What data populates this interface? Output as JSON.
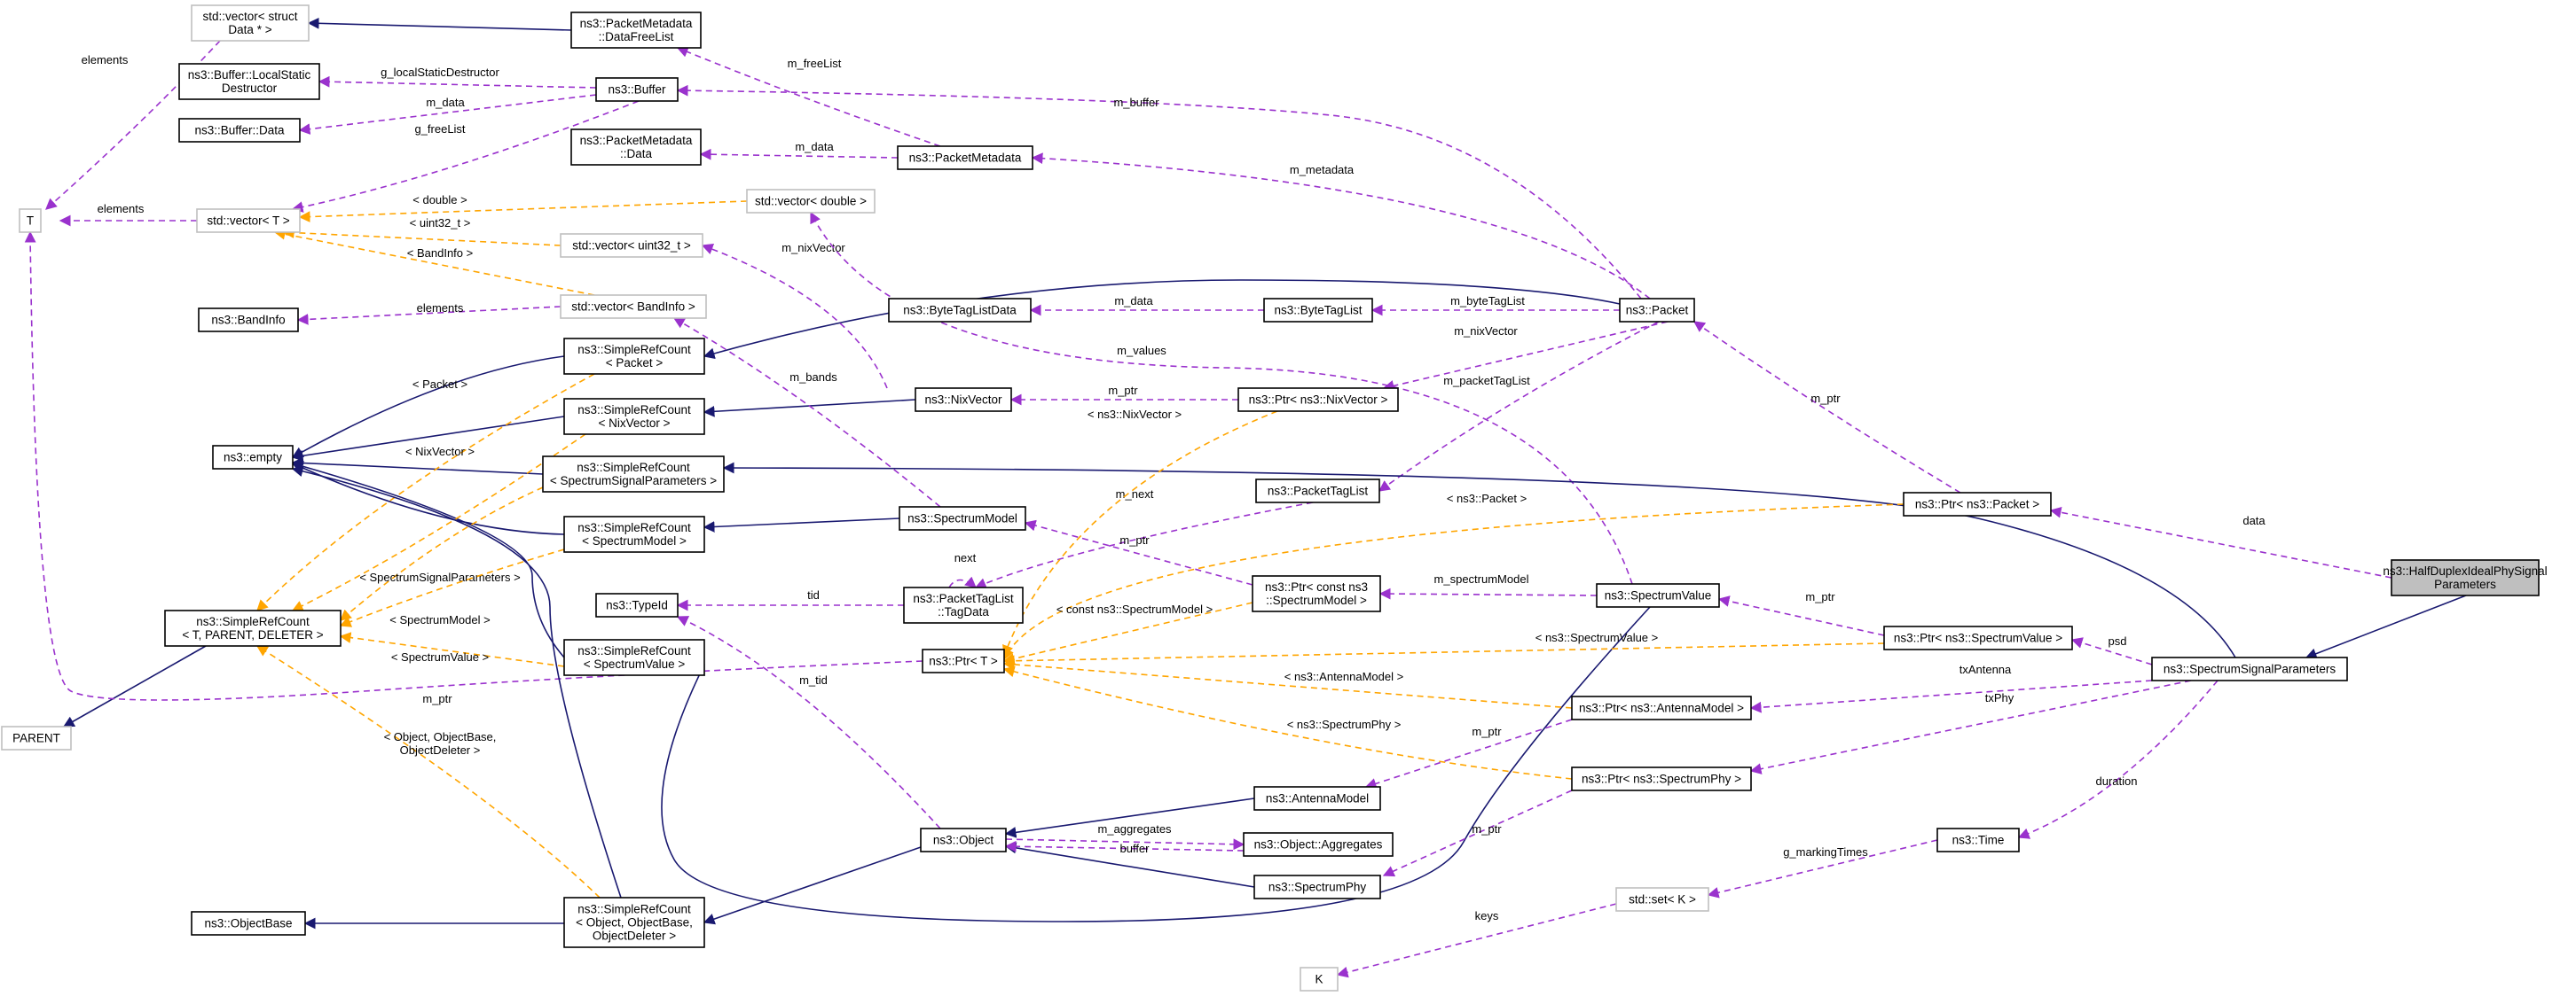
{
  "colors": {
    "inheritance": "#191970",
    "usage": "#9a32cd",
    "template": "#ffa500",
    "highlight": "#bfbfbf",
    "undocumented_border": "#bfbfbf"
  },
  "nodes": [
    {
      "id": "T",
      "lines": [
        "T"
      ],
      "style": "gray"
    },
    {
      "id": "PARENT",
      "lines": [
        "PARENT"
      ],
      "style": "gray"
    },
    {
      "id": "K",
      "lines": [
        "K"
      ],
      "style": "gray"
    },
    {
      "id": "vec_struct",
      "lines": [
        "std::vector< struct",
        "Data * >"
      ],
      "style": "gray"
    },
    {
      "id": "vecT",
      "lines": [
        "std::vector< T >"
      ],
      "style": "gray"
    },
    {
      "id": "vecDouble",
      "lines": [
        "std::vector< double >"
      ],
      "style": "gray"
    },
    {
      "id": "vecUint",
      "lines": [
        "std::vector< uint32_t >"
      ],
      "style": "gray"
    },
    {
      "id": "vecBand",
      "lines": [
        "std::vector< BandInfo >"
      ],
      "style": "gray"
    },
    {
      "id": "setK",
      "lines": [
        "std::set< K >"
      ],
      "style": "gray"
    },
    {
      "id": "pmdFree",
      "lines": [
        "ns3::PacketMetadata",
        "::DataFreeList"
      ],
      "style": "normal"
    },
    {
      "id": "bufLSD",
      "lines": [
        "ns3::Buffer::LocalStatic",
        "Destructor"
      ],
      "style": "normal"
    },
    {
      "id": "buffer",
      "lines": [
        "ns3::Buffer"
      ],
      "style": "normal"
    },
    {
      "id": "bufData",
      "lines": [
        "ns3::Buffer::Data"
      ],
      "style": "normal"
    },
    {
      "id": "pmdData",
      "lines": [
        "ns3::PacketMetadata",
        "::Data"
      ],
      "style": "normal"
    },
    {
      "id": "pmd",
      "lines": [
        "ns3::PacketMetadata"
      ],
      "style": "normal"
    },
    {
      "id": "bandInfo",
      "lines": [
        "ns3::BandInfo"
      ],
      "style": "normal"
    },
    {
      "id": "srcPacket",
      "lines": [
        "ns3::SimpleRefCount",
        "< Packet >"
      ],
      "style": "normal"
    },
    {
      "id": "btld",
      "lines": [
        "ns3::ByteTagListData"
      ],
      "style": "normal"
    },
    {
      "id": "btl",
      "lines": [
        "ns3::ByteTagList"
      ],
      "style": "normal"
    },
    {
      "id": "packet",
      "lines": [
        "ns3::Packet"
      ],
      "style": "normal"
    },
    {
      "id": "empty",
      "lines": [
        "ns3::empty"
      ],
      "style": "normal"
    },
    {
      "id": "srcNix",
      "lines": [
        "ns3::SimpleRefCount",
        "< NixVector >"
      ],
      "style": "normal"
    },
    {
      "id": "nix",
      "lines": [
        "ns3::NixVector"
      ],
      "style": "normal"
    },
    {
      "id": "ptrNix",
      "lines": [
        "ns3::Ptr< ns3::NixVector >"
      ],
      "style": "normal"
    },
    {
      "id": "srcSSP",
      "lines": [
        "ns3::SimpleRefCount",
        "< SpectrumSignalParameters >"
      ],
      "style": "normal"
    },
    {
      "id": "ptl",
      "lines": [
        "ns3::PacketTagList"
      ],
      "style": "normal"
    },
    {
      "id": "ptrPacket",
      "lines": [
        "ns3::Ptr< ns3::Packet >"
      ],
      "style": "normal"
    },
    {
      "id": "srcSM",
      "lines": [
        "ns3::SimpleRefCount",
        "< SpectrumModel >"
      ],
      "style": "normal"
    },
    {
      "id": "sm",
      "lines": [
        "ns3::SpectrumModel"
      ],
      "style": "normal"
    },
    {
      "id": "hdip",
      "lines": [
        "ns3::HalfDuplexIdealPhySignal",
        "Parameters"
      ],
      "style": "highlight"
    },
    {
      "id": "typeId",
      "lines": [
        "ns3::TypeId"
      ],
      "style": "normal"
    },
    {
      "id": "ptlTag",
      "lines": [
        "ns3::PacketTagList",
        "::TagData"
      ],
      "style": "normal"
    },
    {
      "id": "ptrSM",
      "lines": [
        "ns3::Ptr< const ns3",
        "::SpectrumModel >"
      ],
      "style": "normal"
    },
    {
      "id": "sv",
      "lines": [
        "ns3::SpectrumValue"
      ],
      "style": "normal"
    },
    {
      "id": "srcTPD",
      "lines": [
        "ns3::SimpleRefCount",
        "< T, PARENT, DELETER >"
      ],
      "style": "normal"
    },
    {
      "id": "srcSV",
      "lines": [
        "ns3::SimpleRefCount",
        "< SpectrumValue >"
      ],
      "style": "normal"
    },
    {
      "id": "ptrT",
      "lines": [
        "ns3::Ptr< T >"
      ],
      "style": "normal"
    },
    {
      "id": "ptrSV",
      "lines": [
        "ns3::Ptr< ns3::SpectrumValue >"
      ],
      "style": "normal"
    },
    {
      "id": "ssp",
      "lines": [
        "ns3::SpectrumSignalParameters"
      ],
      "style": "normal"
    },
    {
      "id": "ptrAM",
      "lines": [
        "ns3::Ptr< ns3::AntennaModel >"
      ],
      "style": "normal"
    },
    {
      "id": "ptrSP",
      "lines": [
        "ns3::Ptr< ns3::SpectrumPhy >"
      ],
      "style": "normal"
    },
    {
      "id": "am",
      "lines": [
        "ns3::AntennaModel"
      ],
      "style": "normal"
    },
    {
      "id": "object",
      "lines": [
        "ns3::Object"
      ],
      "style": "normal"
    },
    {
      "id": "objAgg",
      "lines": [
        "ns3::Object::Aggregates"
      ],
      "style": "normal"
    },
    {
      "id": "time",
      "lines": [
        "ns3::Time"
      ],
      "style": "normal"
    },
    {
      "id": "sp",
      "lines": [
        "ns3::SpectrumPhy"
      ],
      "style": "normal"
    },
    {
      "id": "objBase",
      "lines": [
        "ns3::ObjectBase"
      ],
      "style": "normal"
    },
    {
      "id": "srcObj",
      "lines": [
        "ns3::SimpleRefCount",
        "< Object, ObjectBase,",
        "ObjectDeleter >"
      ],
      "style": "normal"
    }
  ],
  "edges": [
    {
      "id": "e1",
      "from": "pmdFree",
      "to": "vec_struct",
      "kind": "inh",
      "label": ""
    },
    {
      "id": "e2",
      "from": "vec_struct",
      "to": "T",
      "kind": "use",
      "label": "elements"
    },
    {
      "id": "e3",
      "from": "vecT",
      "to": "T",
      "kind": "use",
      "label": "elements"
    },
    {
      "id": "e4",
      "from": "buffer",
      "to": "bufLSD",
      "kind": "use",
      "label": "g_localStaticDestructor"
    },
    {
      "id": "e5",
      "from": "buffer",
      "to": "bufData",
      "kind": "use",
      "label": "m_data"
    },
    {
      "id": "e6",
      "from": "buffer",
      "to": "vecT",
      "kind": "use",
      "label": "g_freeList"
    },
    {
      "id": "e7",
      "from": "pmd",
      "to": "pmdFree",
      "kind": "use",
      "label": "m_freeList"
    },
    {
      "id": "e8",
      "from": "pmd",
      "to": "pmdData",
      "kind": "use",
      "label": "m_data"
    },
    {
      "id": "e9",
      "from": "packet",
      "to": "buffer",
      "kind": "use",
      "label": "m_buffer"
    },
    {
      "id": "e10",
      "from": "packet",
      "to": "pmd",
      "kind": "use",
      "label": "m_metadata"
    },
    {
      "id": "e11",
      "from": "vecDouble",
      "to": "vecT",
      "kind": "tpl",
      "label": "< double >"
    },
    {
      "id": "e12",
      "from": "vecUint",
      "to": "vecT",
      "kind": "tpl",
      "label": "< uint32_t >"
    },
    {
      "id": "e13",
      "from": "vecBand",
      "to": "vecT",
      "kind": "tpl",
      "label": "< BandInfo >"
    },
    {
      "id": "e14",
      "from": "vecBand",
      "to": "bandInfo",
      "kind": "use",
      "label": "elements"
    },
    {
      "id": "e15",
      "from": "btl",
      "to": "btld",
      "kind": "use",
      "label": "m_data"
    },
    {
      "id": "e16",
      "from": "packet",
      "to": "btl",
      "kind": "use",
      "label": "m_byteTagList"
    },
    {
      "id": "e17",
      "from": "packet",
      "to": "srcPacket",
      "kind": "inh",
      "label": ""
    },
    {
      "id": "e18",
      "from": "srcPacket",
      "to": "empty",
      "kind": "inh",
      "label": ""
    },
    {
      "id": "e19",
      "from": "srcNix",
      "to": "empty",
      "kind": "inh",
      "label": ""
    },
    {
      "id": "e20",
      "from": "srcSSP",
      "to": "empty",
      "kind": "inh",
      "label": ""
    },
    {
      "id": "e21",
      "from": "srcSM",
      "to": "empty",
      "kind": "inh",
      "label": ""
    },
    {
      "id": "e22",
      "from": "srcSV",
      "to": "empty",
      "kind": "inh",
      "label": ""
    },
    {
      "id": "e23",
      "from": "nix",
      "to": "srcNix",
      "kind": "inh",
      "label": ""
    },
    {
      "id": "e24",
      "from": "ptrNix",
      "to": "nix",
      "kind": "use",
      "label": "m_ptr"
    },
    {
      "id": "e25",
      "from": "packet",
      "to": "ptrNix",
      "kind": "use",
      "label": "m_nixVector"
    },
    {
      "id": "e26",
      "from": "nix",
      "to": "vecUint",
      "kind": "use",
      "label": "m_nixVector"
    },
    {
      "id": "e27",
      "from": "sm",
      "to": "vecBand",
      "kind": "use",
      "label": "m_bands"
    },
    {
      "id": "e28",
      "from": "sv",
      "to": "vecDouble",
      "kind": "use",
      "label": "m_values"
    },
    {
      "id": "e29",
      "from": "packet",
      "to": "ptl",
      "kind": "use",
      "label": "m_packetTagList"
    },
    {
      "id": "e30",
      "from": "ptrPacket",
      "to": "packet",
      "kind": "use",
      "label": "m_ptr"
    },
    {
      "id": "e31",
      "from": "hdip",
      "to": "ptrPacket",
      "kind": "use",
      "label": "data"
    },
    {
      "id": "e32",
      "from": "hdip",
      "to": "ssp",
      "kind": "inh",
      "label": ""
    },
    {
      "id": "e33",
      "from": "ssp",
      "to": "srcSSP",
      "kind": "inh",
      "label": ""
    },
    {
      "id": "e34",
      "from": "sm",
      "to": "srcSM",
      "kind": "inh",
      "label": ""
    },
    {
      "id": "e35",
      "from": "ptl",
      "to": "ptlTag",
      "kind": "use",
      "label": "m_next"
    },
    {
      "id": "e36",
      "from": "ptlTag",
      "to": "ptlTag",
      "kind": "use",
      "label": "next"
    },
    {
      "id": "e37",
      "from": "ptlTag",
      "to": "typeId",
      "kind": "use",
      "label": "tid"
    },
    {
      "id": "e38",
      "from": "ptrSM",
      "to": "sm",
      "kind": "use",
      "label": "m_ptr"
    },
    {
      "id": "e39",
      "from": "sv",
      "to": "ptrSM",
      "kind": "use",
      "label": "m_spectrumModel"
    },
    {
      "id": "e40",
      "from": "sv",
      "to": "srcSV",
      "kind": "inh",
      "label": ""
    },
    {
      "id": "e41",
      "from": "ptrSV",
      "to": "sv",
      "kind": "use",
      "label": "m_ptr"
    },
    {
      "id": "e42",
      "from": "ssp",
      "to": "ptrSV",
      "kind": "use",
      "label": "psd"
    },
    {
      "id": "e43",
      "from": "srcTPD",
      "to": "PARENT",
      "kind": "inh",
      "label": ""
    },
    {
      "id": "e44",
      "from": "ptrT",
      "to": "T",
      "kind": "use",
      "label": "m_ptr"
    },
    {
      "id": "e45",
      "from": "srcPacket",
      "to": "srcTPD",
      "kind": "tpl",
      "label": "< Packet >"
    },
    {
      "id": "e46",
      "from": "srcNix",
      "to": "srcTPD",
      "kind": "tpl",
      "label": "< NixVector >"
    },
    {
      "id": "e47",
      "from": "srcSSP",
      "to": "srcTPD",
      "kind": "tpl",
      "label": "< SpectrumSignalParameters >"
    },
    {
      "id": "e48",
      "from": "srcSM",
      "to": "srcTPD",
      "kind": "tpl",
      "label": "< SpectrumModel >"
    },
    {
      "id": "e49",
      "from": "srcSV",
      "to": "srcTPD",
      "kind": "tpl",
      "label": "< SpectrumValue >"
    },
    {
      "id": "e50",
      "from": "srcObj",
      "to": "srcTPD",
      "kind": "tpl",
      "label": "< Object, ObjectBase,\nObjectDeleter >"
    },
    {
      "id": "e51",
      "from": "ptrNix",
      "to": "ptrT",
      "kind": "tpl",
      "label": "< ns3::NixVector >"
    },
    {
      "id": "e52",
      "from": "ptrPacket",
      "to": "ptrT",
      "kind": "tpl",
      "label": "< ns3::Packet >"
    },
    {
      "id": "e53",
      "from": "ptrSM",
      "to": "ptrT",
      "kind": "tpl",
      "label": "< const ns3::SpectrumModel >"
    },
    {
      "id": "e54",
      "from": "ptrSV",
      "to": "ptrT",
      "kind": "tpl",
      "label": "< ns3::SpectrumValue >"
    },
    {
      "id": "e55",
      "from": "ptrAM",
      "to": "ptrT",
      "kind": "tpl",
      "label": "< ns3::AntennaModel >"
    },
    {
      "id": "e56",
      "from": "ptrSP",
      "to": "ptrT",
      "kind": "tpl",
      "label": "< ns3::SpectrumPhy >"
    },
    {
      "id": "e57",
      "from": "ssp",
      "to": "ptrAM",
      "kind": "use",
      "label": "txAntenna"
    },
    {
      "id": "e58",
      "from": "ssp",
      "to": "ptrSP",
      "kind": "use",
      "label": "txPhy"
    },
    {
      "id": "e59",
      "from": "ptrAM",
      "to": "am",
      "kind": "use",
      "label": "m_ptr"
    },
    {
      "id": "e60",
      "from": "ptrSP",
      "to": "sp",
      "kind": "use",
      "label": "m_ptr"
    },
    {
      "id": "e61",
      "from": "am",
      "to": "object",
      "kind": "inh",
      "label": ""
    },
    {
      "id": "e62",
      "from": "sp",
      "to": "object",
      "kind": "inh",
      "label": ""
    },
    {
      "id": "e63",
      "from": "object",
      "to": "objAgg",
      "kind": "use",
      "label": "m_aggregates"
    },
    {
      "id": "e64",
      "from": "objAgg",
      "to": "object",
      "kind": "use",
      "label": "buffer"
    },
    {
      "id": "e65",
      "from": "object",
      "to": "typeId",
      "kind": "use",
      "label": "m_tid"
    },
    {
      "id": "e66",
      "from": "object",
      "to": "srcObj",
      "kind": "inh",
      "label": ""
    },
    {
      "id": "e67",
      "from": "srcObj",
      "to": "objBase",
      "kind": "inh",
      "label": ""
    },
    {
      "id": "e68",
      "from": "srcObj",
      "to": "empty",
      "kind": "inh",
      "label": ""
    },
    {
      "id": "e69",
      "from": "ssp",
      "to": "time",
      "kind": "use",
      "label": "duration"
    },
    {
      "id": "e70",
      "from": "time",
      "to": "setK",
      "kind": "use",
      "label": "g_markingTimes"
    },
    {
      "id": "e71",
      "from": "setK",
      "to": "K",
      "kind": "use",
      "label": "keys"
    },
    {
      "id": "e72",
      "from": "sv",
      "to": "srcSV",
      "kind": "inh",
      "label": ""
    }
  ]
}
